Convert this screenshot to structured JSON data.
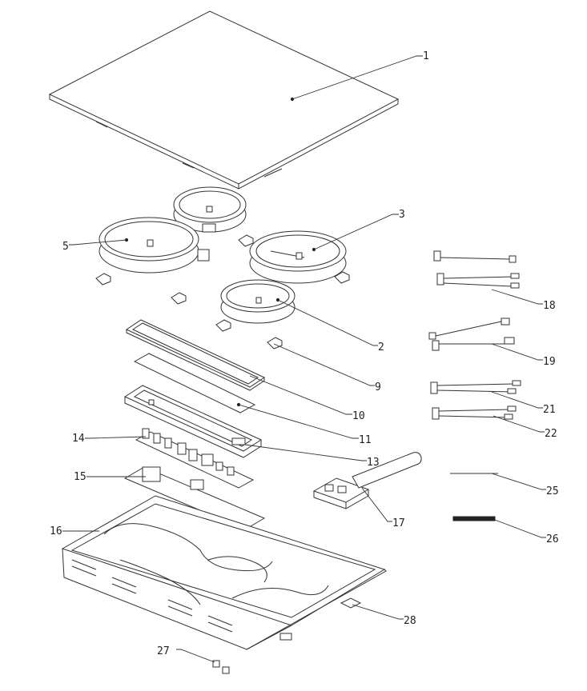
{
  "labels": {
    "l1": "1",
    "l2": "2",
    "l3": "3",
    "l5": "5",
    "l9": "9",
    "l10": "10",
    "l11": "11",
    "l13": "13",
    "l14": "14",
    "l15": "15",
    "l16": "16",
    "l17": "17",
    "l18": "18",
    "l19": "19",
    "l21": "21",
    "l22": "22",
    "l25": "25",
    "l26": "26",
    "l27": "27",
    "l28": "28"
  }
}
